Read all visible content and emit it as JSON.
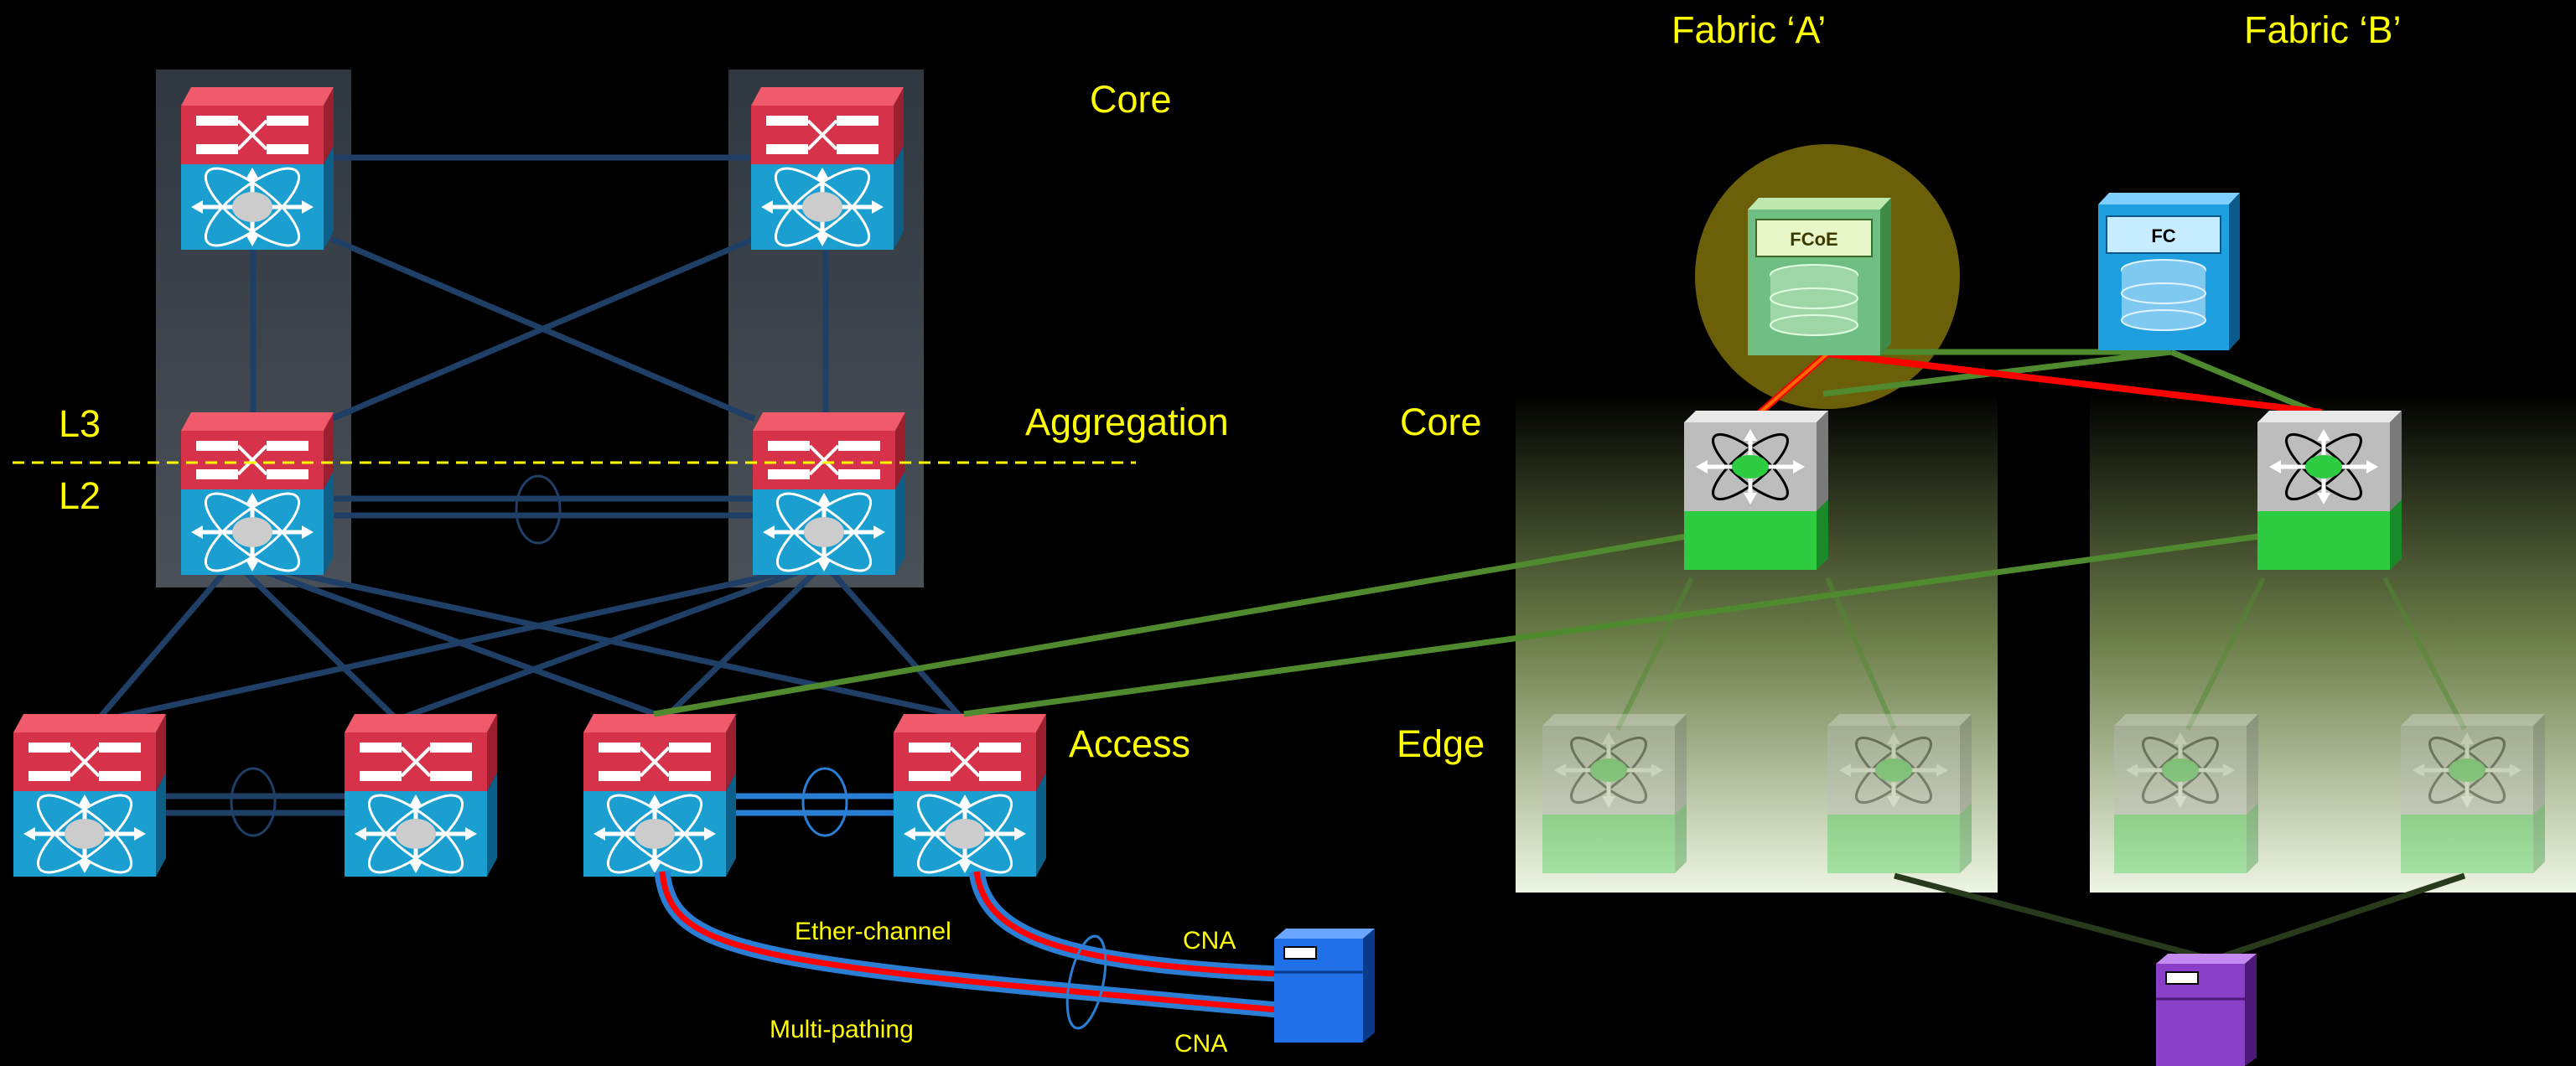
{
  "labels": {
    "core": "Core",
    "aggregation": "Aggregation",
    "access": "Access",
    "l3": "L3",
    "l2": "L2",
    "fabric_a": "Fabric ‘A’",
    "fabric_b": "Fabric ‘B’",
    "san_core": "Core",
    "san_edge": "Edge",
    "ether_channel": "Ether-channel",
    "multi_pathing": "Multi-pathing",
    "cna_top": "CNA",
    "cna_bottom": "CNA"
  },
  "storage": {
    "fcoe": "FCoE",
    "fc": "FC"
  },
  "colors": {
    "label_yellow": "#ffff00",
    "link_blue": "#1f3f66",
    "cable_red": "#ff0000",
    "cable_blue": "#2a7fd4",
    "san_green": "#4f8a2f",
    "switch_red": "#d6334a",
    "switch_blue": "#1a9fd0",
    "mds_green": "#2ecc40"
  },
  "icons": [
    "nexus-switch-icon",
    "mds-switch-icon",
    "fcoe-storage-icon",
    "fc-storage-icon",
    "server-icon"
  ]
}
